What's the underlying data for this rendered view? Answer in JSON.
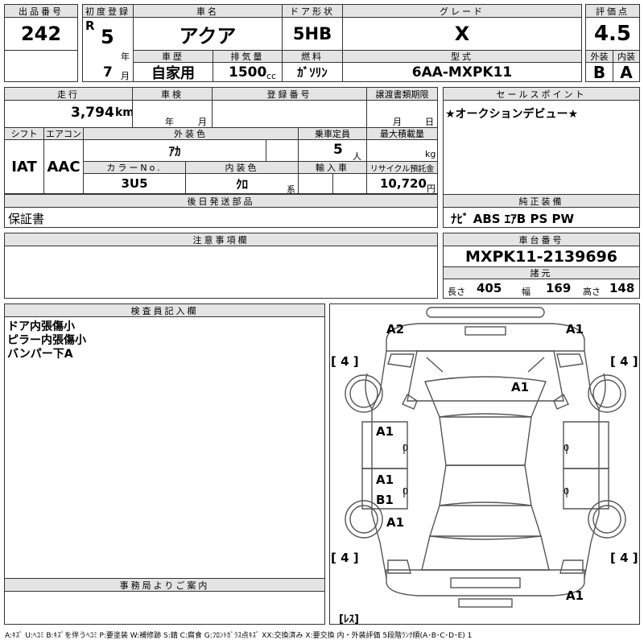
{
  "headers": {
    "lot_no": "出品番号",
    "first_reg": "初度登録",
    "car_name": "車名",
    "door": "ドア形状",
    "grade": "グレード",
    "score": "評価点",
    "history": "車歴",
    "displacement": "排気量",
    "fuel": "燃料",
    "model": "型式",
    "exterior": "外装",
    "interior": "内装",
    "mileage": "走行",
    "inspection": "車検",
    "reg_no": "登録番号",
    "transfer": "譲渡書類期限",
    "sales_point": "セールスポイント",
    "shift": "シフト",
    "aircon": "エアコン",
    "ext_color": "外装色",
    "capacity": "乗車定員",
    "max_load": "最大積載量",
    "color_no": "カラーNo.",
    "int_color": "内装色",
    "import": "輸入車",
    "recycle": "リサイクル預託金",
    "later_parts": "後日発送部品",
    "genuine": "純正装備",
    "notes": "注意事項欄",
    "chassis": "車台番号",
    "specs": "諸元",
    "inspector": "検査員記入欄",
    "office": "事務局よりご案内"
  },
  "values": {
    "lot_no": "242",
    "era": "R",
    "year": "5",
    "year_unit": "年",
    "month": "7",
    "month_unit": "月",
    "car_name": "アクア",
    "door": "5HB",
    "grade": "X",
    "score": "4.5",
    "history": "自家用",
    "displacement": "1500",
    "cc": "cc",
    "fuel": "ｶﾞｿﾘﾝ",
    "model": "6AA-MXPK11",
    "exterior": "B",
    "interior": "A",
    "mileage": "3,794",
    "km": "km",
    "insp_year": "年",
    "insp_month": "月",
    "transfer_month": "月",
    "transfer_day": "日",
    "sales_point": "★オークションデビュー★",
    "shift": "IAT",
    "aircon": "AAC",
    "ext_color": "ｱｶ",
    "capacity": "5",
    "person": "人",
    "kg": "kg",
    "color_no": "3U5",
    "int_color": "ｸﾛ",
    "kei": "系",
    "recycle": "10,720",
    "yen": "円",
    "later_parts": "保証書",
    "genuine": "ﾅﾋﾞ ABS ｴｱB PS PW",
    "chassis": "MXPK11-2139696",
    "len_label": "長さ",
    "len": "405",
    "wid_label": "幅",
    "wid": "169",
    "hgt_label": "高さ",
    "hgt": "148"
  },
  "inspector_notes": [
    "ドア内張傷小",
    "ピラー内張傷小",
    "バンパー下A"
  ],
  "diagram": {
    "marks": [
      "A2",
      "A1",
      "A1",
      "A1",
      "A1",
      "B1",
      "A1",
      "A1"
    ],
    "tires": [
      "[ 4 ]",
      "[ 4 ]",
      "[ 4 ]",
      "[ 4 ]"
    ],
    "window_mark": "0",
    "spare": "[ﾚｽ]"
  },
  "legend": "A:ｷｽﾞ U:ﾍｺﾐ B:ｷｽﾞを伴うﾍｺﾐ P:要塗装 W:補修跡 S:錆 C:腐食 G:ﾌﾛﾝﾄｶﾞﾗｽ点ｷｽﾞ XX:交換済み X:要交換 内・外装評価 5段階ﾗﾝｸ順(A･B･C･D･E) 1"
}
